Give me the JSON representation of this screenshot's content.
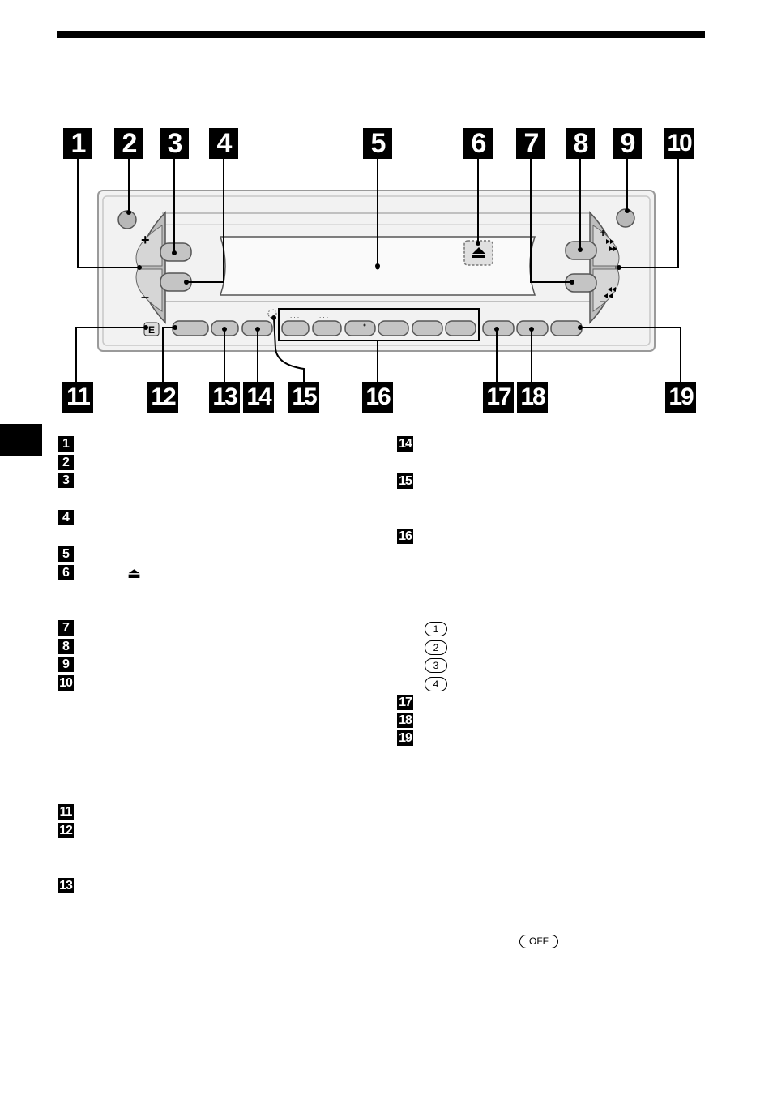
{
  "callouts_top": [
    "1",
    "2",
    "3",
    "4",
    "5",
    "6",
    "7",
    "8",
    "9",
    "10"
  ],
  "callouts_bottom": [
    "11",
    "12",
    "13",
    "14",
    "15",
    "16",
    "17",
    "18",
    "19"
  ],
  "faceplate": {
    "plus_label": "+",
    "minus_label": "–",
    "release_label": "E"
  },
  "legend_left": [
    "1",
    "2",
    "3",
    "4",
    "5",
    "6",
    "7",
    "8",
    "9",
    "10",
    "11",
    "12",
    "13"
  ],
  "legend_right": [
    "14",
    "15",
    "16",
    "17",
    "18",
    "19"
  ],
  "eject_symbol": "⏏",
  "circled_numbers": [
    "1",
    "2",
    "3",
    "4"
  ],
  "off_label": "OFF"
}
